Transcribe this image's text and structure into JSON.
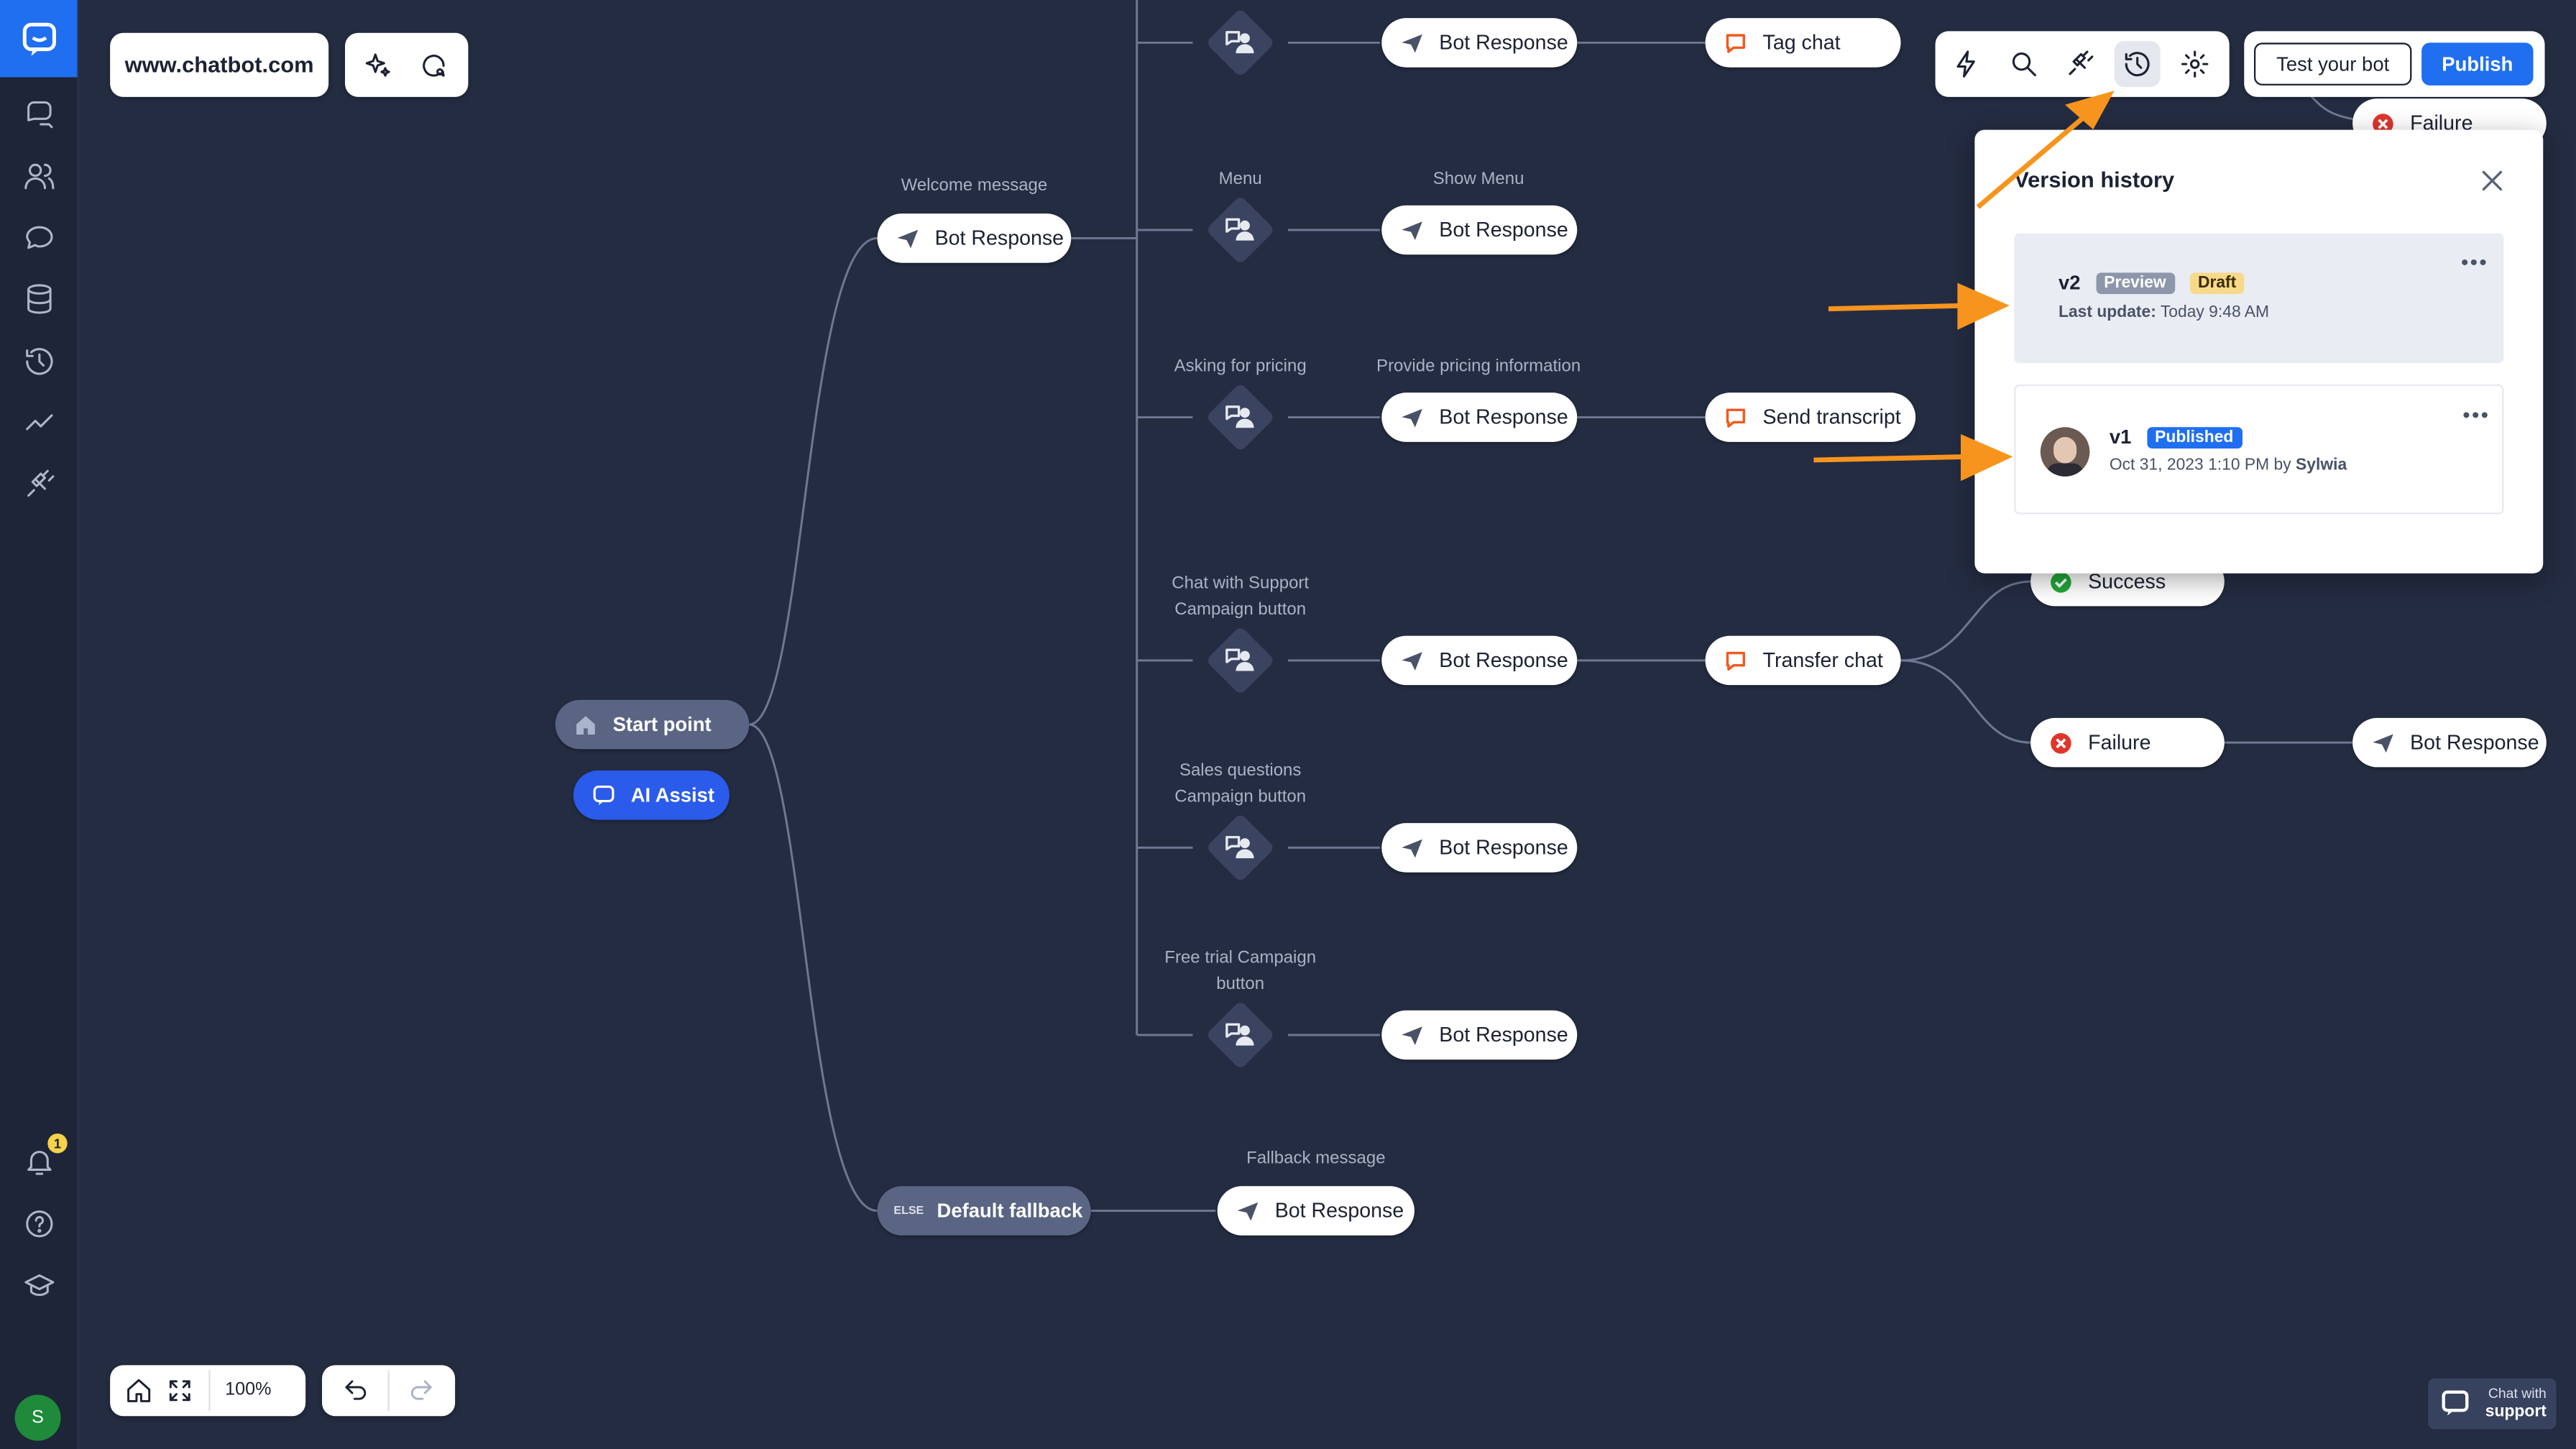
{
  "site": {
    "name": "www.chatbot.com"
  },
  "toolbar": {
    "test_label": "Test your bot",
    "publish_label": "Publish"
  },
  "colors": {
    "accent": "#1f6ff0",
    "background": "#242c42",
    "orange": "#f25a1d"
  },
  "icons": {
    "rail": [
      "chat-bubbles-icon",
      "users-icon",
      "conversation-icon",
      "database-icon",
      "history-icon",
      "analytics-icon",
      "integrations-icon",
      "bell-icon",
      "help-icon",
      "academy-icon"
    ],
    "toolbar": [
      "lightning-icon",
      "search-icon",
      "integration-plug-icon",
      "version-history-icon",
      "settings-gear-icon"
    ]
  },
  "notifications": {
    "count": "1"
  },
  "user": {
    "initial": "S"
  },
  "flow": {
    "start": "Start point",
    "ai_assist": "AI Assist",
    "fallback": "Default fallback",
    "else_tag": "ELSE",
    "labels": {
      "welcome": "Welcome message",
      "menu": "Menu",
      "show_menu": "Show Menu",
      "asking_pricing": "Asking for pricing",
      "provide_pricing": "Provide pricing information",
      "chat_support_1": "Chat with Support",
      "chat_support_2": "Campaign button",
      "sales_1": "Sales questions",
      "sales_2": "Campaign button",
      "trial_1": "Free trial Campaign",
      "trial_2": "button",
      "fallback_msg": "Fallback message"
    },
    "bot_response": "Bot Response",
    "tag_chat": "Tag chat",
    "send_transcript": "Send transcript",
    "transfer_chat": "Transfer chat",
    "success": "Success",
    "failure": "Failure"
  },
  "version_history": {
    "title": "Version history",
    "versions": [
      {
        "name": "v2",
        "badges": [
          "Preview",
          "Draft"
        ],
        "meta_label": "Last update:",
        "meta_value": "Today 9:48 AM"
      },
      {
        "name": "v1",
        "badges": [
          "Published"
        ],
        "meta": "Oct 31, 2023 1:10 PM by",
        "author": "Sylwia"
      }
    ]
  },
  "bottom": {
    "zoom": "100%"
  },
  "support": {
    "line1": "Chat with",
    "line2": "support"
  }
}
